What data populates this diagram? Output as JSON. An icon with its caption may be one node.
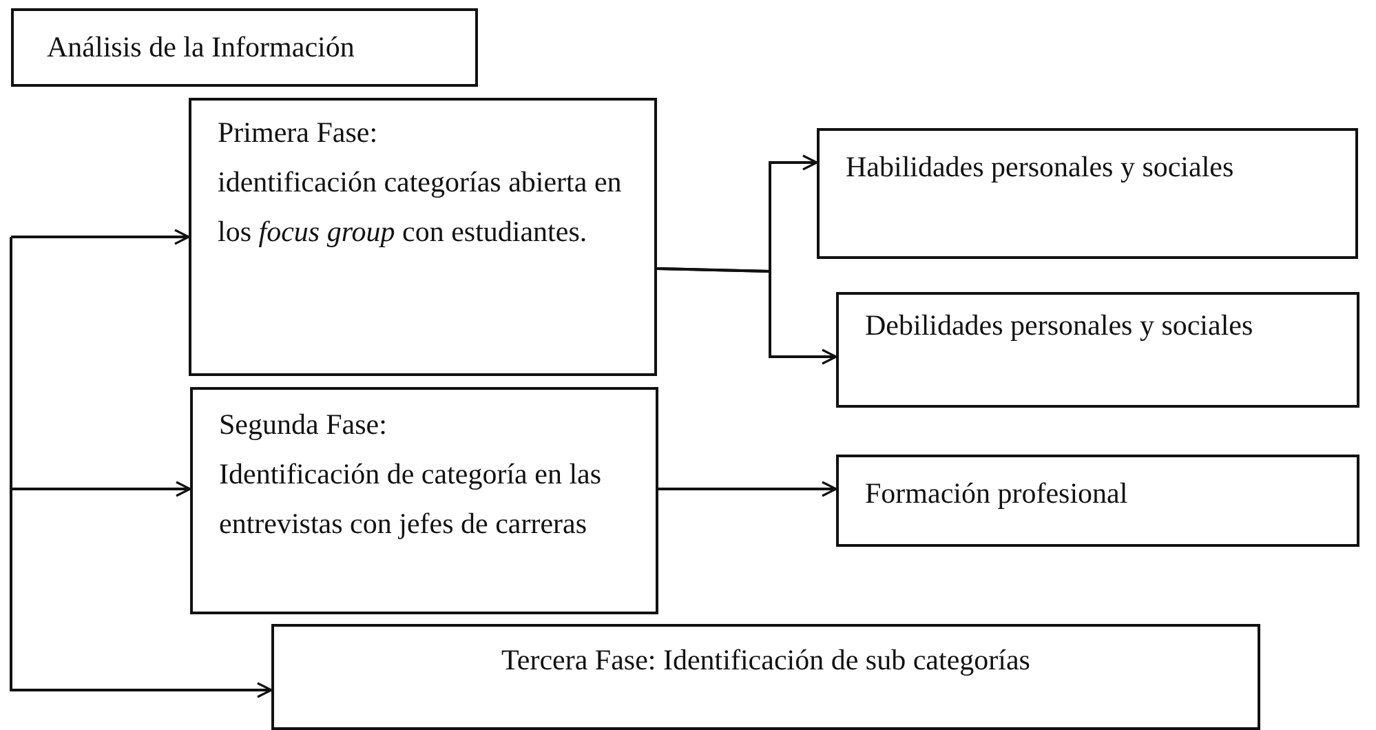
{
  "diagram": {
    "nodes": [
      {
        "text": [
          "Análisis de la Información"
        ]
      },
      {
        "text": [
          "Primera Fase:",
          "identificación categorías abierta en los *focus group* con estudiantes."
        ]
      },
      {
        "text": [
          "Habilidades personales y sociales"
        ]
      },
      {
        "text": [
          "Debilidades personales y sociales"
        ]
      },
      {
        "text": [
          "Segunda Fase:",
          "Identificación de categoría en las entrevistas con jefes de carreras"
        ]
      },
      {
        "text": [
          "Formación profesional"
        ]
      },
      {
        "text": [
          "Tercera Fase: Identificación de sub categorías"
        ]
      }
    ],
    "edges": [
      {
        "from": null,
        "to": 1,
        "arrow": "to"
      },
      {
        "from": null,
        "to": 4,
        "arrow": "to"
      },
      {
        "from": null,
        "to": 6,
        "arrow": "to"
      },
      {
        "from": 1,
        "to": 2,
        "arrow": "to"
      },
      {
        "from": 1,
        "to": 3,
        "arrow": "to"
      },
      {
        "from": 4,
        "to": 5,
        "arrow": "to"
      }
    ]
  }
}
